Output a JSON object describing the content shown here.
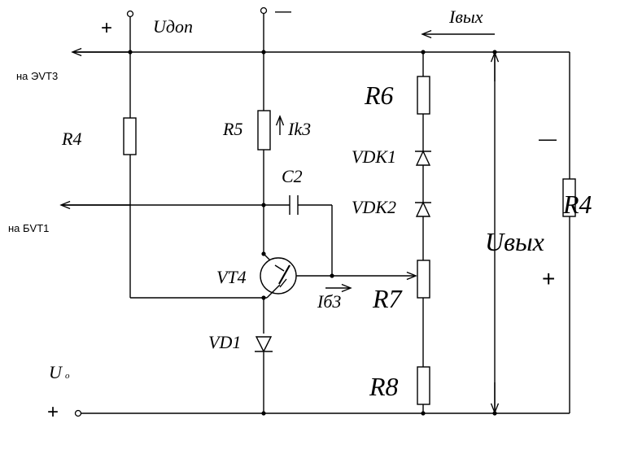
{
  "labels": {
    "plus_top": "+",
    "udop": "Uдоп",
    "minus_top": "—",
    "ivyh": "Iвых",
    "na_evt3": "на ЭVT3",
    "r6": "R6",
    "r4_left": "R4",
    "r5": "R5",
    "ik3": "Ik3",
    "vdk1": "VDK1",
    "c2": "C2",
    "minus_right": "—",
    "vdk2": "VDK2",
    "r4_right": "R4",
    "na_bvt1": "на БVT1",
    "uvyh": "Uвых",
    "vt4": "VT4",
    "plus_right": "+",
    "r7": "R7",
    "ib3": "Iб3",
    "vd1": "VD1",
    "u0": "U",
    "u0_sub": "o",
    "r8": "R8",
    "plus_bottom": "+"
  },
  "colors": {
    "line": "#000000",
    "background": "#ffffff"
  }
}
